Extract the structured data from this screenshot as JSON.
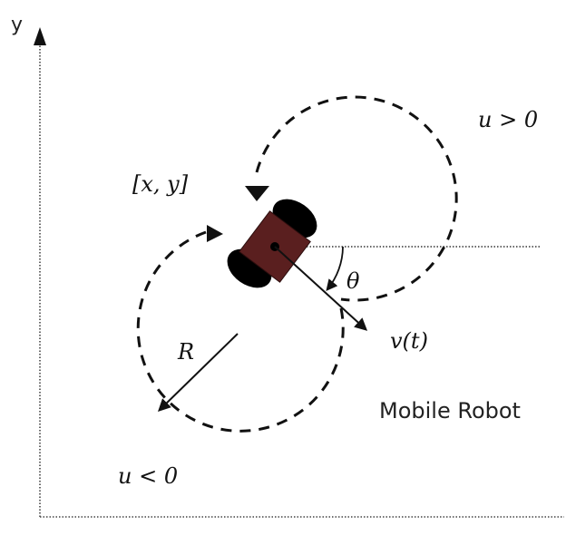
{
  "axes": {
    "y_label": "y"
  },
  "labels": {
    "u_positive": "u > 0",
    "u_negative": "u < 0",
    "position": "[x, y]",
    "theta": "θ",
    "velocity": "v(t)",
    "radius": "R",
    "caption": "Mobile Robot"
  },
  "colors": {
    "robot_body": "#5a1f1f",
    "wheels": "#000000",
    "lines": "#111111",
    "axes": "#444444"
  }
}
